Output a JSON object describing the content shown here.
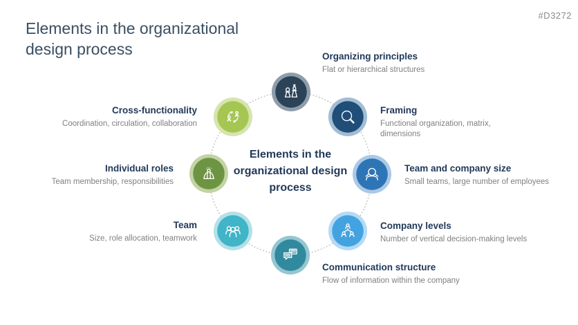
{
  "page": {
    "title": "Elements in the organizational design process",
    "doc_id": "#D3272"
  },
  "center": {
    "title": "Elements in the organizational design process"
  },
  "colors": {
    "page_title_text": "#3a4e63",
    "heading_text": "#21395a",
    "subtitle_text": "#7f7f7f",
    "doc_id_text": "#8a8a8a",
    "dotted_circle": "#bdbdbd",
    "icon_stroke": "#ffffff"
  },
  "diagram": {
    "items": [
      {
        "id": "organizing-principles",
        "title": "Organizing principles",
        "subtitle": "Flat or hierarchical structures",
        "icon": "chess-pieces-icon",
        "color": "#2c4257",
        "ring_color": "#8f9dab"
      },
      {
        "id": "framing",
        "title": "Framing",
        "subtitle": "Functional organization, matrix, dimensions",
        "icon": "magnifier-icon",
        "color": "#1f4e79",
        "ring_color": "#a4bdd3"
      },
      {
        "id": "team-and-company-size",
        "title": "Team and company size",
        "subtitle": "Small teams, large number of employees",
        "icon": "person-icon",
        "color": "#2e75b6",
        "ring_color": "#abc9e6"
      },
      {
        "id": "company-levels",
        "title": "Company levels",
        "subtitle": "Number of vertical decision-making levels",
        "icon": "org-hierarchy-icon",
        "color": "#43a3e0",
        "ring_color": "#b4daf4"
      },
      {
        "id": "communication-structure",
        "title": "Communication structure",
        "subtitle": "Flow of information within the company",
        "icon": "chat-bubbles-icon",
        "color": "#31899e",
        "ring_color": "#95c6d1"
      },
      {
        "id": "team",
        "title": "Team",
        "subtitle": "Size, role allocation, teamwork",
        "icon": "team-icon",
        "color": "#41b4c7",
        "ring_color": "#b4e0e8"
      },
      {
        "id": "individual-roles",
        "title": "Individual roles",
        "subtitle": "Team membership, responsibilities",
        "icon": "individual-role-icon",
        "color": "#6d9442",
        "ring_color": "#c2d3a5"
      },
      {
        "id": "cross-functionality",
        "title": "Cross-functionality",
        "subtitle": "Coordination, circulation, collaboration",
        "icon": "circulation-icon",
        "color": "#a6c653",
        "ring_color": "#d6e4ae"
      }
    ]
  }
}
